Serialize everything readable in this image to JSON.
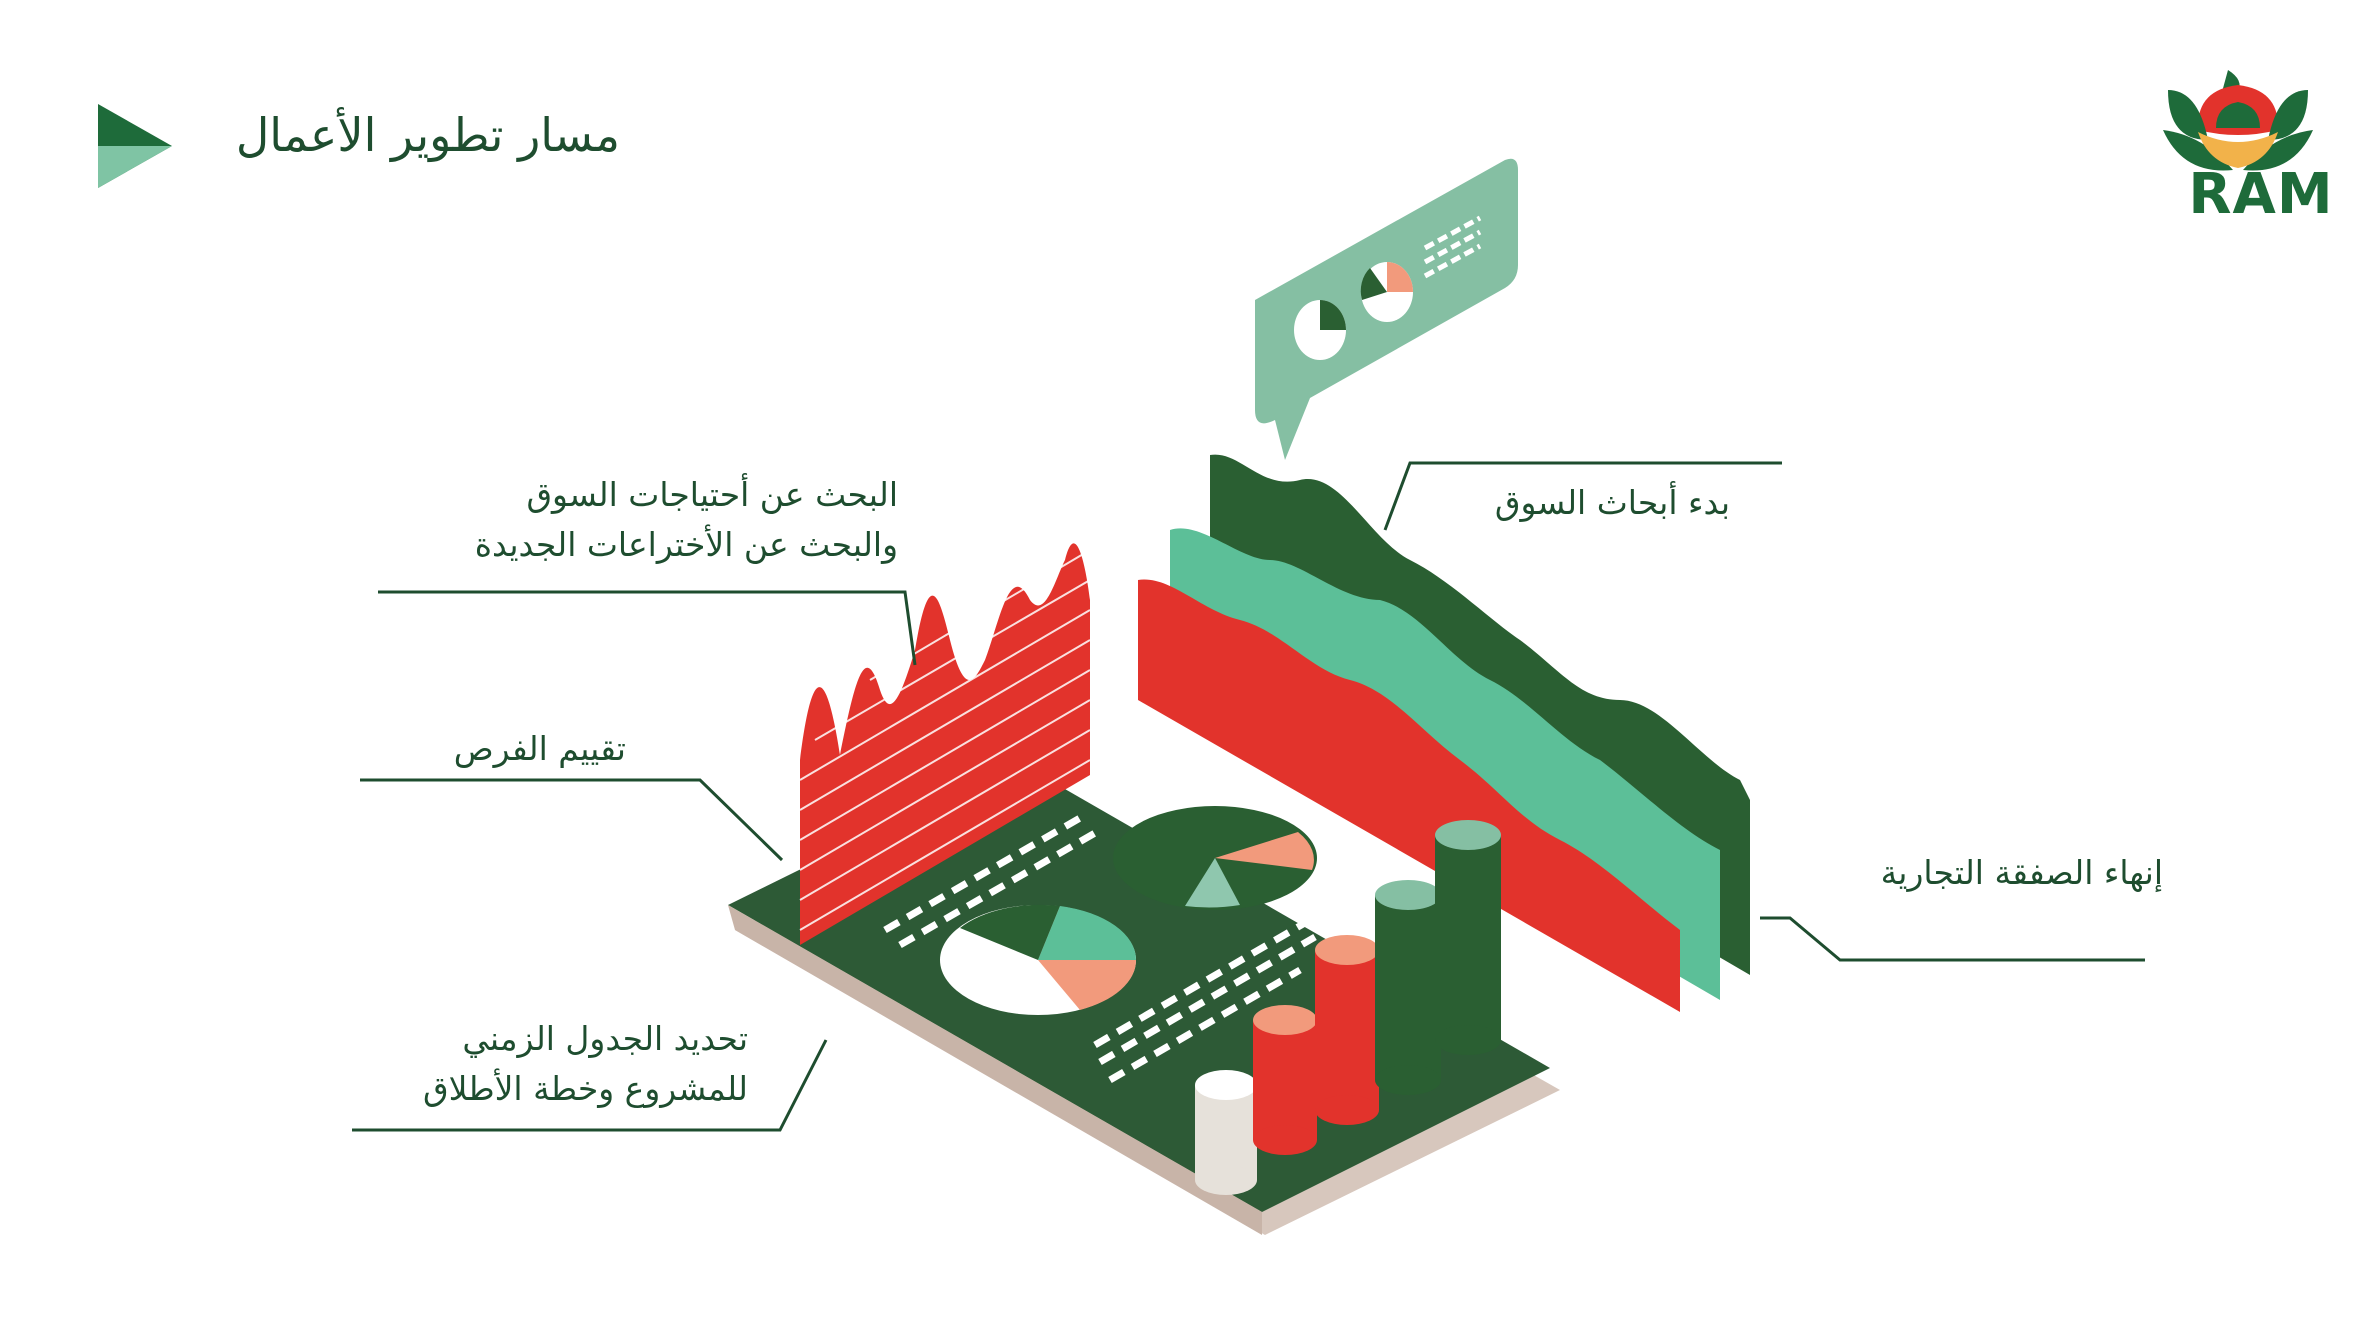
{
  "title": "مسار تطوير الأعمال",
  "logo": {
    "text": "RAM"
  },
  "colors": {
    "dark_green": "#2a5f32",
    "mint": "#5cbf98",
    "red": "#e2332c",
    "salmon": "#f29a7c",
    "light_green": "#85bfa3"
  },
  "labels": {
    "market_needs": [
      "البحث عن أحتياجات السوق",
      "والبحث عن الأختراعات الجديدة"
    ],
    "opportunities": "تقييم الفرص",
    "timeline": [
      "تحديد الجدول الزمني",
      "للمشروع وخطة الأطلاق"
    ],
    "market_research": "بدء أبحاث السوق",
    "deal_close": "إنهاء الصفقة التجارية"
  }
}
